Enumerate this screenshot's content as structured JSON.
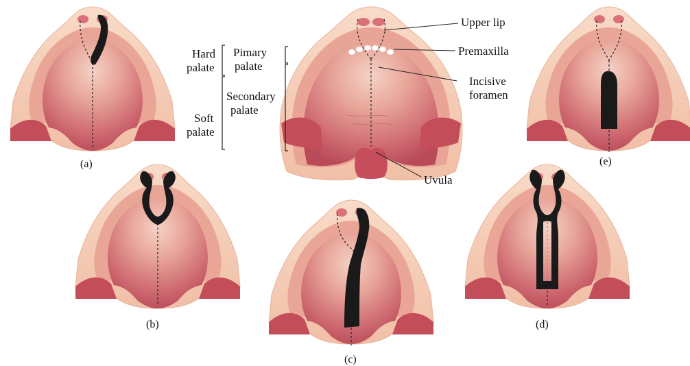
{
  "labels": {
    "upper_lip": "Upper lip",
    "premaxilla": "Premaxilla",
    "incisive_1": "Incisive",
    "incisive_2": "foramen",
    "uvula": "Uvula",
    "hard_1": "Hard",
    "hard_2": "palate",
    "soft_1": "Soft",
    "soft_2": "palate",
    "primary_1": "Pimary",
    "primary_2": "palate",
    "secondary_1": "Secondary",
    "secondary_2": "palate"
  },
  "captions": {
    "a": "(a)",
    "b": "(b)",
    "c": "(c)",
    "d": "(d)",
    "e": "(e)"
  },
  "colors": {
    "skin": "#f6cdb6",
    "mid": "#e49a8c",
    "deep": "#c2505e",
    "dark": "#a63c4c",
    "cleft": "#1a1a1a"
  }
}
